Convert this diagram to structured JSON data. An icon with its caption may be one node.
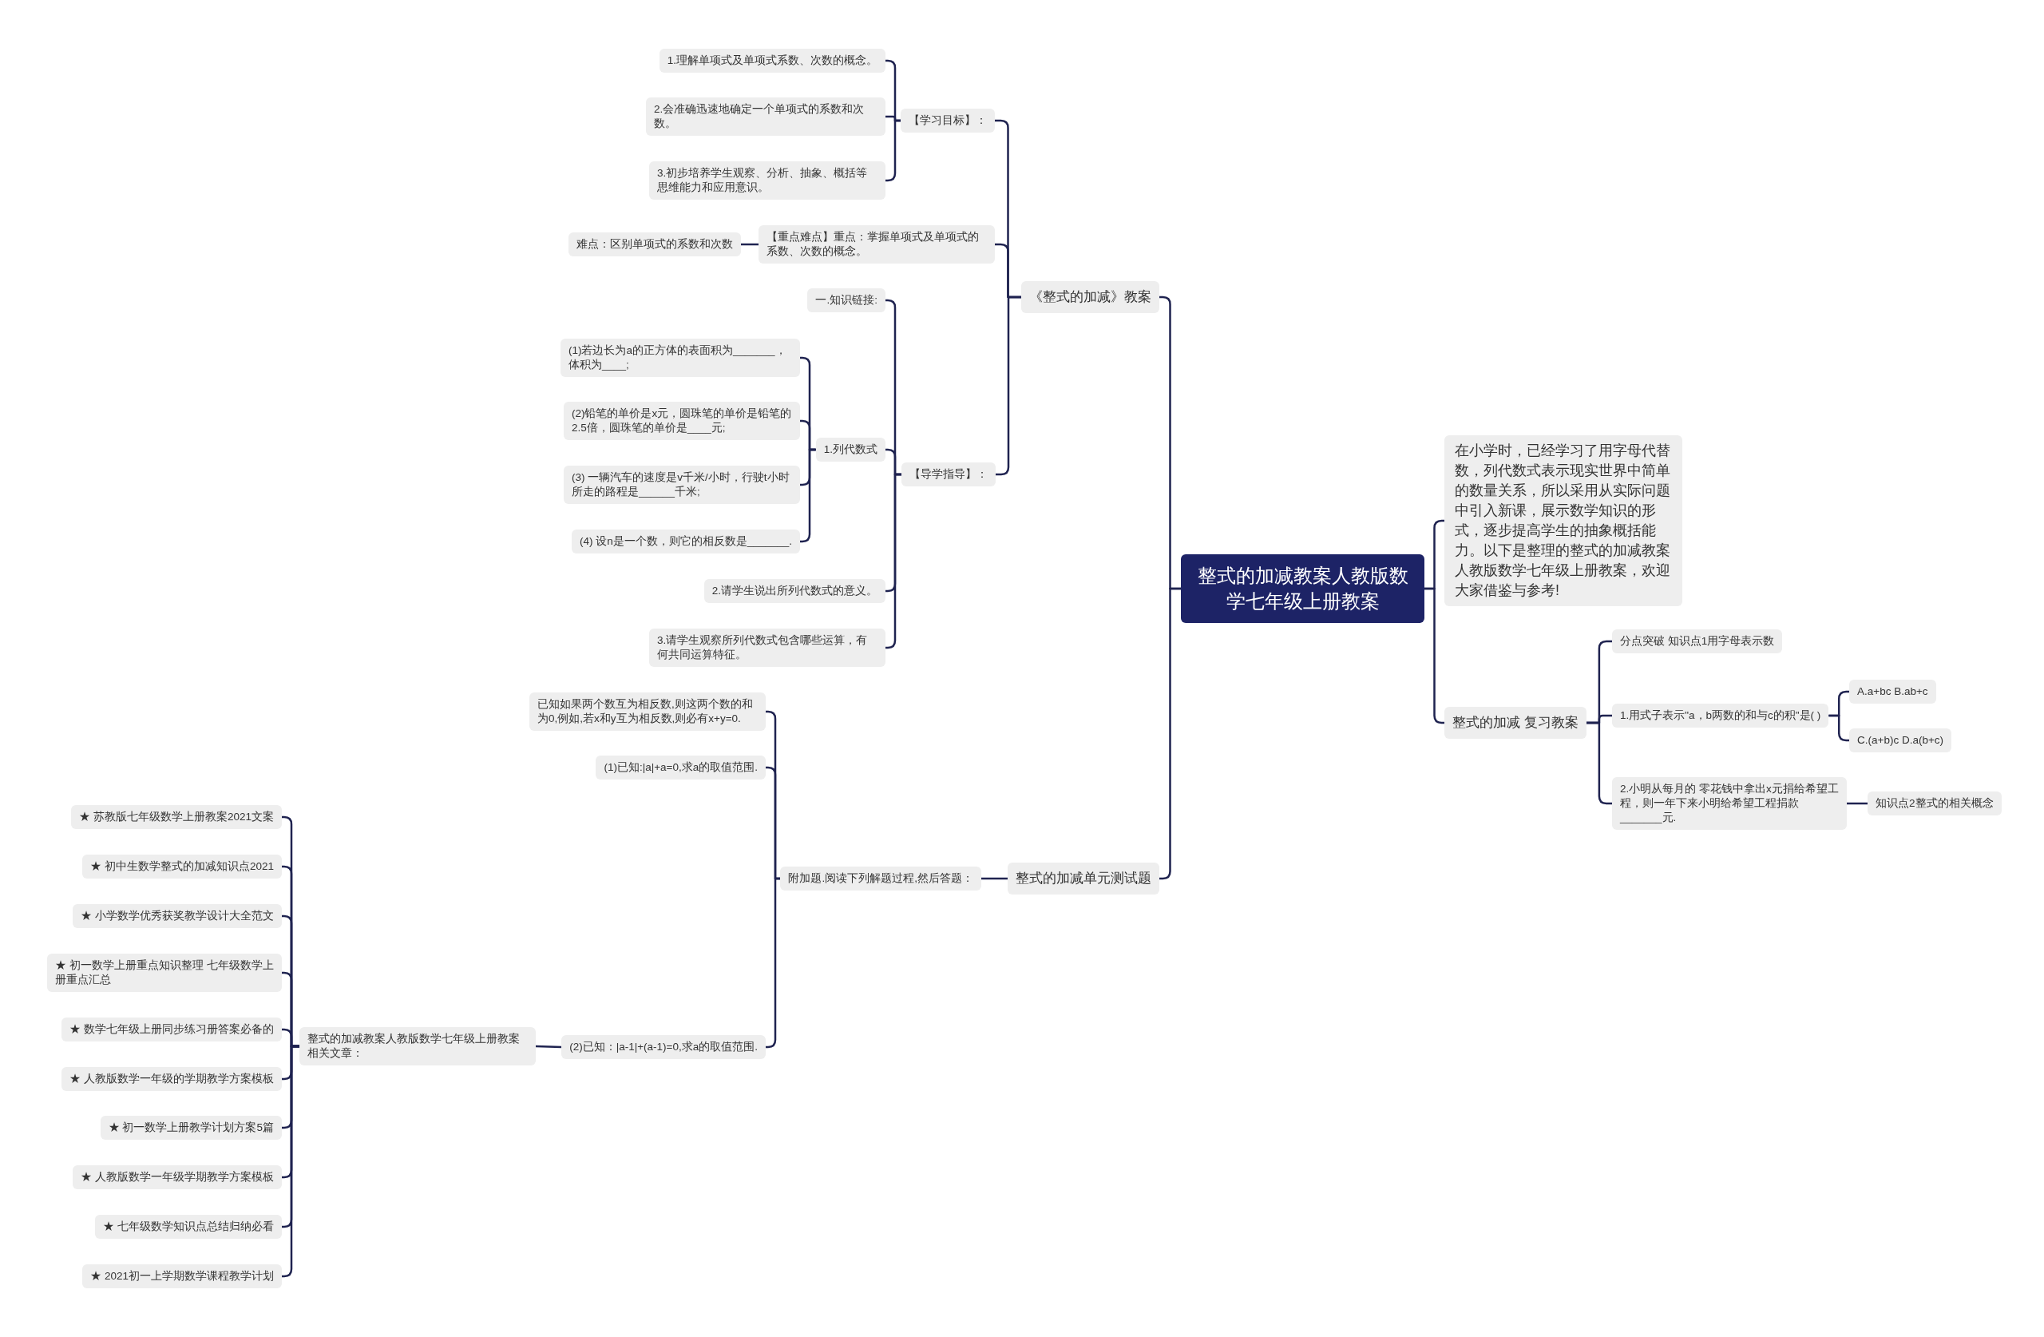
{
  "diagram": {
    "nodes": [
      {
        "text": [
          "整式的加减教案人教版数学七年级上册教案"
        ]
      },
      {
        "text": [
          "《整式的加减》教案"
        ]
      },
      {
        "text": [
          "【学习目标】："
        ]
      },
      {
        "text": [
          "1.理解单项式及单项式系数、次数的概念。"
        ]
      },
      {
        "text": [
          "2.会准确迅速地确定一个单项式的系数和次数。"
        ]
      },
      {
        "text": [
          "3.初步培养学生观察、分析、抽象、概括等思维能力和应用意识。"
        ]
      },
      {
        "text": [
          "【重点难点】重点：掌握单项式及单项式的系数、次数的概念。"
        ]
      },
      {
        "text": [
          "难点：区别单项式的系数和次数"
        ]
      },
      {
        "text": [
          "【导学指导】："
        ]
      },
      {
        "text": [
          "一.知识链接:"
        ]
      },
      {
        "text": [
          "1.列代数式"
        ]
      },
      {
        "text": [
          "(1)若边长为a的正方体的表面积为_______，体积为____;"
        ]
      },
      {
        "text": [
          "(2)铅笔的单价是x元，圆珠笔的单价是铅笔的2.5倍，圆珠笔的单价是____元;"
        ]
      },
      {
        "text": [
          "(3) 一辆汽车的速度是v千米/小时，行驶t小时所走的路程是______千米;"
        ]
      },
      {
        "text": [
          "(4) 设n是一个数，则它的相反数是_______."
        ]
      },
      {
        "text": [
          "2.请学生说出所列代数式的意义。"
        ]
      },
      {
        "text": [
          "3.请学生观察所列代数式包含哪些运算，有何共同运算特征。"
        ]
      },
      {
        "text": [
          "整式的加减单元测试题"
        ]
      },
      {
        "text": [
          "附加题.阅读下列解题过程,然后答题："
        ]
      },
      {
        "text": [
          "已知如果两个数互为相反数,则这两个数的和为0,例如,若x和y互为相反数,则必有x+y=0."
        ]
      },
      {
        "text": [
          "(1)已知:|a|+a=0,求a的取值范围."
        ]
      },
      {
        "text": [
          "(2)已知：|a-1|+(a-1)=0,求a的取值范围."
        ]
      },
      {
        "text": [
          "整式的加减教案人教版数学七年级上册教案相关文章："
        ]
      },
      {
        "text": [
          "★ 苏教版七年级数学上册教案2021文案"
        ]
      },
      {
        "text": [
          "★ 初中生数学整式的加减知识点2021"
        ]
      },
      {
        "text": [
          "★ 小学数学优秀获奖教学设计大全范文"
        ]
      },
      {
        "text": [
          "★ 初一数学上册重点知识整理 七年级数学上册重点汇总"
        ]
      },
      {
        "text": [
          "★ 数学七年级上册同步练习册答案必备的"
        ]
      },
      {
        "text": [
          "★ 人教版数学一年级的学期教学方案模板"
        ]
      },
      {
        "text": [
          "★ 初一数学上册教学计划方案5篇"
        ]
      },
      {
        "text": [
          "★ 人教版数学一年级学期教学方案模板"
        ]
      },
      {
        "text": [
          "★ 七年级数学知识点总结归纳必看"
        ]
      },
      {
        "text": [
          "★ 2021初一上学期数学课程教学计划"
        ]
      },
      {
        "text": [
          "在小学时，已经学习了用字母代替数，列代数式表示现实世界中简单的数量关系，所以采用从实际问题中引入新课，展示数学知识的形式，逐步提高学生的抽象概括能力。以下是整理的整式的加减教案人教版数学七年级上册教案，欢迎大家借鉴与参考!"
        ]
      },
      {
        "text": [
          "整式的加减 复习教案"
        ]
      },
      {
        "text": [
          "分点突破 知识点1用字母表示数"
        ]
      },
      {
        "text": [
          "1.用式子表示\"a，b两数的和与c的积\"是( )"
        ]
      },
      {
        "text": [
          "A.a+bc B.ab+c"
        ]
      },
      {
        "text": [
          "C.(a+b)c D.a(b+c)"
        ]
      },
      {
        "text": [
          "2.小明从每月的 零花钱中拿出x元捐给希望工程，则一年下来小明给希望工程捐款_______元."
        ]
      },
      {
        "text": [
          "知识点2整式的相关概念"
        ]
      }
    ],
    "edges": [
      {
        "from": 0,
        "to": 1,
        "arrow": "none"
      },
      {
        "from": 1,
        "to": 2,
        "arrow": "none"
      },
      {
        "from": 2,
        "to": 3,
        "arrow": "none"
      },
      {
        "from": 2,
        "to": 4,
        "arrow": "none"
      },
      {
        "from": 2,
        "to": 5,
        "arrow": "none"
      },
      {
        "from": 1,
        "to": 6,
        "arrow": "none"
      },
      {
        "from": 6,
        "to": 7,
        "arrow": "none"
      },
      {
        "from": 1,
        "to": 8,
        "arrow": "none"
      },
      {
        "from": 8,
        "to": 9,
        "arrow": "none"
      },
      {
        "from": 8,
        "to": 10,
        "arrow": "none"
      },
      {
        "from": 10,
        "to": 11,
        "arrow": "none"
      },
      {
        "from": 10,
        "to": 12,
        "arrow": "none"
      },
      {
        "from": 10,
        "to": 13,
        "arrow": "none"
      },
      {
        "from": 10,
        "to": 14,
        "arrow": "none"
      },
      {
        "from": 8,
        "to": 15,
        "arrow": "none"
      },
      {
        "from": 8,
        "to": 16,
        "arrow": "none"
      },
      {
        "from": 0,
        "to": 17,
        "arrow": "none"
      },
      {
        "from": 17,
        "to": 18,
        "arrow": "none"
      },
      {
        "from": 18,
        "to": 19,
        "arrow": "none"
      },
      {
        "from": 18,
        "to": 20,
        "arrow": "none"
      },
      {
        "from": 18,
        "to": 21,
        "arrow": "none"
      },
      {
        "from": 21,
        "to": 22,
        "arrow": "none"
      },
      {
        "from": 22,
        "to": 23,
        "arrow": "none"
      },
      {
        "from": 22,
        "to": 24,
        "arrow": "none"
      },
      {
        "from": 22,
        "to": 25,
        "arrow": "none"
      },
      {
        "from": 22,
        "to": 26,
        "arrow": "none"
      },
      {
        "from": 22,
        "to": 27,
        "arrow": "none"
      },
      {
        "from": 22,
        "to": 28,
        "arrow": "none"
      },
      {
        "from": 22,
        "to": 29,
        "arrow": "none"
      },
      {
        "from": 22,
        "to": 30,
        "arrow": "none"
      },
      {
        "from": 22,
        "to": 31,
        "arrow": "none"
      },
      {
        "from": 22,
        "to": 32,
        "arrow": "none"
      },
      {
        "from": 0,
        "to": 33,
        "arrow": "none"
      },
      {
        "from": 0,
        "to": 34,
        "arrow": "none"
      },
      {
        "from": 34,
        "to": 35,
        "arrow": "none"
      },
      {
        "from": 34,
        "to": 36,
        "arrow": "none"
      },
      {
        "from": 36,
        "to": 37,
        "arrow": "none"
      },
      {
        "from": 36,
        "to": 38,
        "arrow": "none"
      },
      {
        "from": 34,
        "to": 39,
        "arrow": "none"
      },
      {
        "from": 39,
        "to": 40,
        "arrow": "none"
      }
    ]
  }
}
